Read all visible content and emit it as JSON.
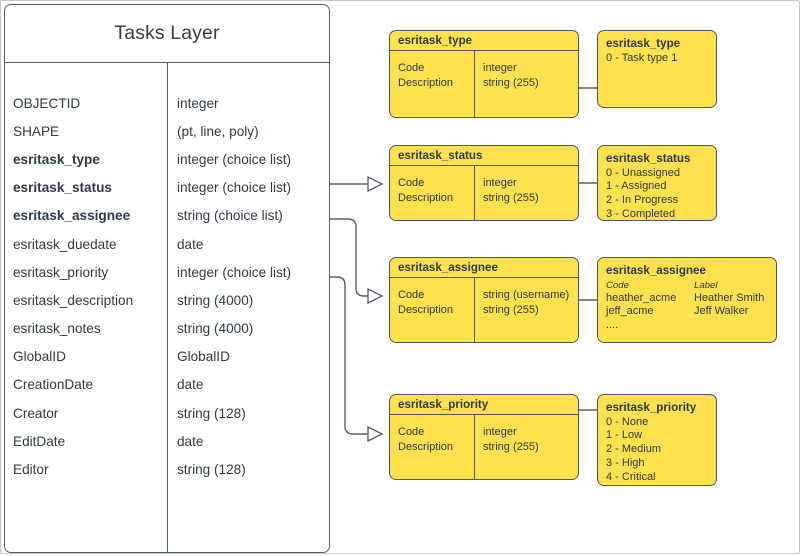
{
  "diagram": {
    "title_label": "Tasks Layer",
    "accent_color": "#fde14e",
    "line_color": "#56616e",
    "text_color": "#2f3a45"
  },
  "tasks_layer": {
    "title": "Tasks Layer",
    "fields": [
      {
        "name": "OBJECTID",
        "type": "integer",
        "bold": false
      },
      {
        "name": "SHAPE",
        "type": "(pt, line, poly)",
        "bold": false
      },
      {
        "name": "esritask_type",
        "type": "integer (choice list)",
        "bold": true
      },
      {
        "name": "esritask_status",
        "type": "integer (choice list)",
        "bold": true
      },
      {
        "name": "esritask_assignee",
        "type": "string (choice list)",
        "bold": true
      },
      {
        "name": "esritask_duedate",
        "type": "date",
        "bold": false
      },
      {
        "name": "esritask_priority",
        "type": "integer (choice list)",
        "bold": false
      },
      {
        "name": "esritask_description",
        "type": "string (4000)",
        "bold": false
      },
      {
        "name": "esritask_notes",
        "type": "string (4000)",
        "bold": false
      },
      {
        "name": "GlobalID",
        "type": "GlobalID",
        "bold": false
      },
      {
        "name": "CreationDate",
        "type": "date",
        "bold": false
      },
      {
        "name": "Creator",
        "type": "string (128)",
        "bold": false
      },
      {
        "name": "EditDate",
        "type": "date",
        "bold": false
      },
      {
        "name": "Editor",
        "type": "string (128)",
        "bold": false
      }
    ]
  },
  "domain_tables": [
    {
      "id": "type",
      "title": "esritask_type",
      "rows": [
        {
          "name": "Code",
          "type": "integer"
        },
        {
          "name": "Description",
          "type": "string (255)"
        }
      ]
    },
    {
      "id": "status",
      "title": "esritask_status",
      "rows": [
        {
          "name": "Code",
          "type": "integer"
        },
        {
          "name": "Description",
          "type": "string (255)"
        }
      ]
    },
    {
      "id": "assignee",
      "title": "esritask_assignee",
      "rows": [
        {
          "name": "Code",
          "type": "string  (username)"
        },
        {
          "name": "Description",
          "type": "string (255)"
        }
      ]
    },
    {
      "id": "priority",
      "title": "esritask_priority",
      "rows": [
        {
          "name": "Code",
          "type": "integer"
        },
        {
          "name": "Description",
          "type": "string (255)"
        }
      ]
    }
  ],
  "value_boxes": {
    "type": {
      "title": "esritask_type",
      "values": [
        "0 - Task type 1"
      ]
    },
    "status": {
      "title": "esritask_status",
      "values": [
        "0 - Unassigned",
        "1 - Assigned",
        "2 - In Progress",
        "3 - Completed"
      ]
    },
    "assignee": {
      "title": "esritask_assignee",
      "header_code": "Code",
      "header_label": "Label",
      "pairs": [
        {
          "code": "heather_acme",
          "label": "Heather Smith"
        },
        {
          "code": "jeff_acme",
          "label": "Jeff Walker"
        }
      ],
      "ellipsis": "...."
    },
    "priority": {
      "title": "esritask_priority",
      "values": [
        "0 - None",
        "1 - Low",
        "2 - Medium",
        "3 - High",
        "4 - Critical"
      ]
    }
  }
}
